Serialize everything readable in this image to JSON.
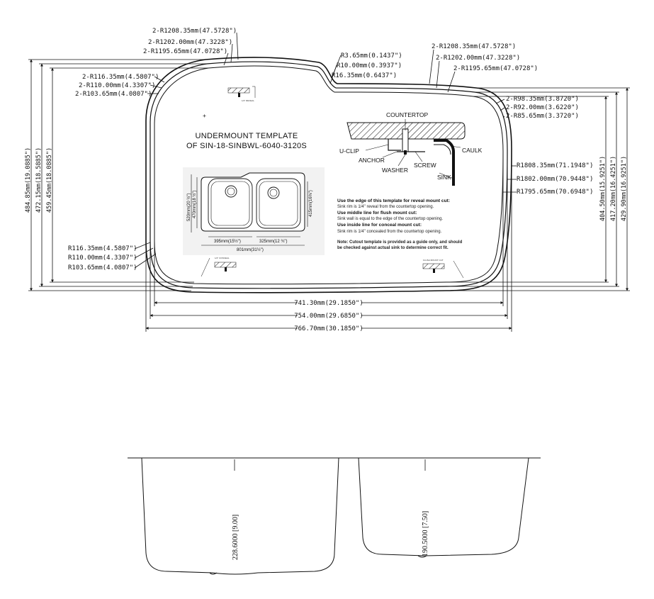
{
  "template": {
    "title_line1": "UNDERMOUNT TEMPLATE",
    "title_line2": "OF SIN-18-SINBWL-6040-3120S"
  },
  "radii_top_left": [
    "2-R1208.35mm(47.5728\")",
    "2-R1202.00mm(47.3228\")",
    "2-R1195.65mm(47.0728\")"
  ],
  "radii_top_right": [
    "2-R1208.35mm(47.5728\")",
    "2-R1202.00mm(47.3228\")",
    "2-R1195.65mm(47.0728\")"
  ],
  "radii_notch": [
    "R3.65mm(0.1437\")",
    "R10.00mm(0.3937\")",
    "R16.35mm(0.6437\")"
  ],
  "radii_upper_left_corner": [
    "2-R116.35mm(4.5807\")",
    "2-R110.00mm(4.3307\")",
    "2-R103.65mm(4.0807\")"
  ],
  "radii_lower_left_corner": [
    "R116.35mm(4.5807\")",
    "R110.00mm(4.3307\")",
    "R103.65mm(4.0807\")"
  ],
  "radii_right_corner": [
    "2-R98.35mm(3.8720\")",
    "2-R92.00mm(3.6220\")",
    "2-R85.65mm(3.3720\")"
  ],
  "radii_right_side": [
    "R1808.35mm(71.1948\")",
    "R1802.00mm(70.9448\")",
    "R1795.65mm(70.6948\")"
  ],
  "heights_left": [
    "484.85mm(19.0885\")",
    "472.15mm(18.5885\")",
    "459.45mm(18.0885\")"
  ],
  "heights_right": [
    "404.50mm(15.9251\")",
    "417.20mm(16.4251\")",
    "429.90mm(16.9251\")"
  ],
  "widths_bottom": [
    "741.30mm(29.1850\")",
    "754.00mm(29.6850\")",
    "766.70mm(30.1850\")"
  ],
  "section": {
    "countertop": "COUNTERTOP",
    "u_clip": "U-CLIP",
    "anchor": "ANCHOR",
    "washer": "WASHER",
    "screw": "SCREW",
    "caulk": "CAULK",
    "sink": "SINK"
  },
  "instructions": [
    {
      "heading": "Use the edge of this template for reveal mount cut:",
      "body": "Sink rim is 1/4\" reveal from the countertop opening."
    },
    {
      "heading": "Use middle line for flush mount cut:",
      "body": "Sink wall is equal to the edge of the countertop opening."
    },
    {
      "heading": "Use inside line for conceal mount cut:",
      "body": "Sink rim is 1/4\" concealed from the countertop opening."
    }
  ],
  "note": {
    "line1": "Note: Cutout template is provided as a guide only, and should",
    "line2": "be checked against actual sink to determine correct fit."
  },
  "thumbnail": {
    "dim_520": "520mm(20 ½\")",
    "dim_470": "470mm(18 ½\")",
    "dim_415": "415mm(16⅜\")",
    "dim_395": "395mm(15½\")",
    "dim_325": "325mm(12 ¾\")",
    "dim_801": "801mm(31½\")"
  },
  "callouts": {
    "reveal": "1/4\" REVEAL",
    "conceal": "1/4\" CONCEAL",
    "flush": "FLUSH MOUNT CUT"
  },
  "profiles": {
    "left_depth": "228.6000 [9.00]",
    "right_depth": "190.5000 [7.50]"
  }
}
